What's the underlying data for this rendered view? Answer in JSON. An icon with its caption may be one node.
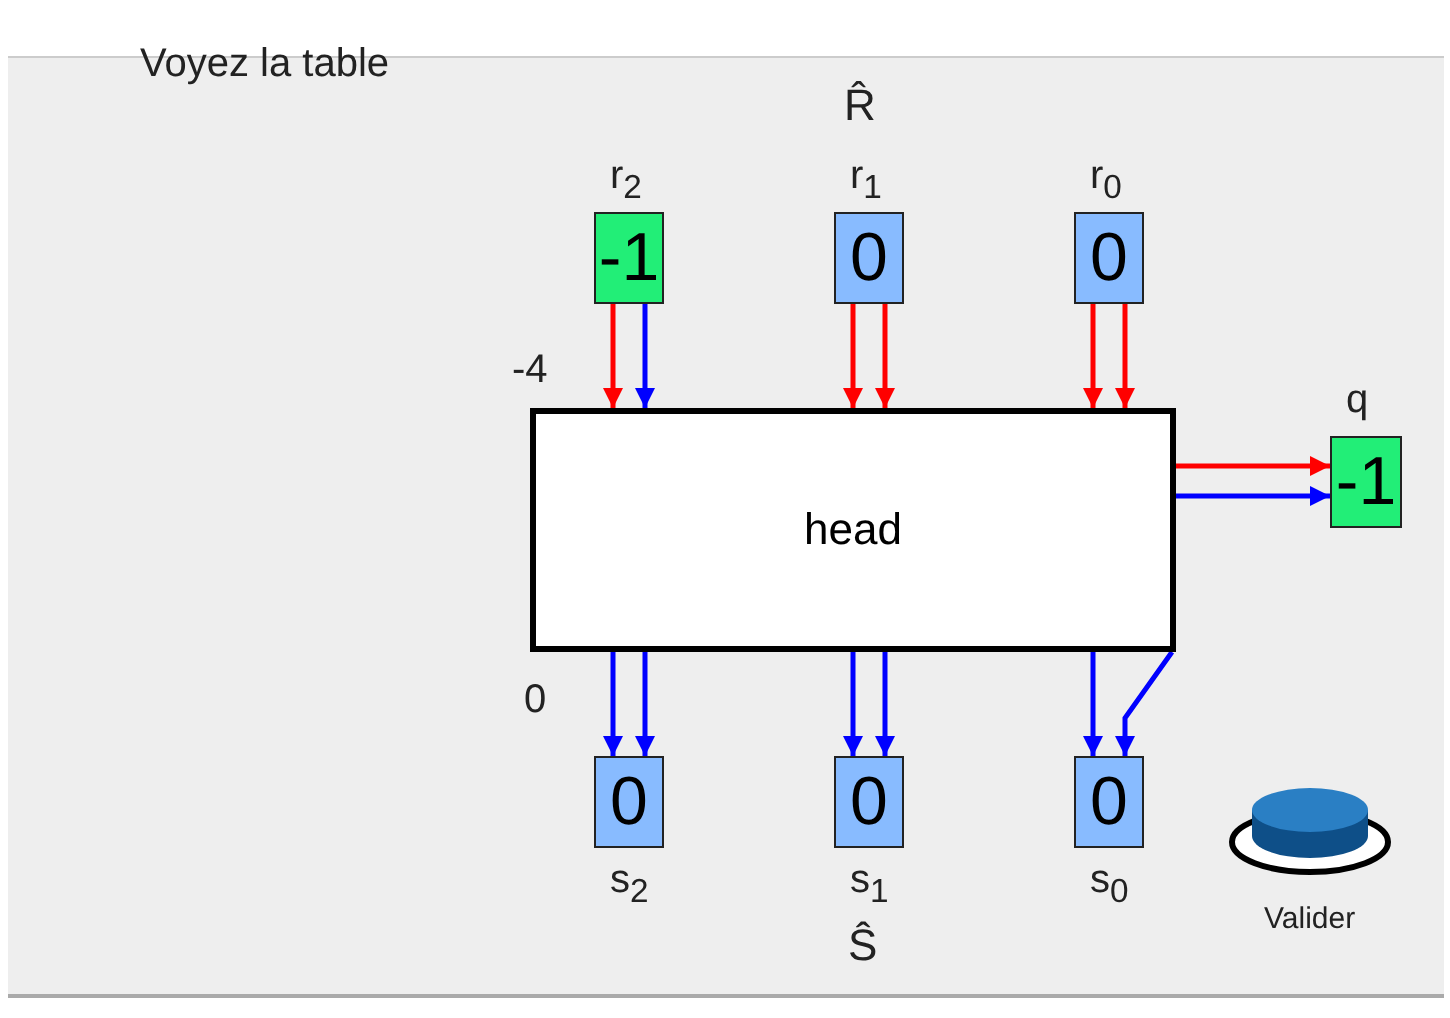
{
  "diagram": {
    "nodes": [
      {
        "text": [
          "-1"
        ],
        "beside": [
          "r$_{2}$"
        ]
      },
      {
        "text": [
          "0"
        ],
        "beside": [
          "r$_{1}$"
        ]
      },
      {
        "text": [
          "0"
        ],
        "beside": [
          "r$_{0}$"
        ]
      },
      {
        "text": [
          "head"
        ]
      },
      {
        "text": [
          "-1"
        ],
        "beside": [
          "q"
        ]
      },
      {
        "text": [
          "0"
        ],
        "beside": [
          "s$_{2}$"
        ]
      },
      {
        "text": [
          "0"
        ],
        "beside": [
          "s$_{1}$"
        ]
      },
      {
        "text": [
          "0"
        ],
        "beside": [
          "s$_{0}$"
        ]
      }
    ],
    "edges": [
      {
        "from": 0,
        "to": 3,
        "arrow": "to",
        "color": "#ff0000"
      },
      {
        "from": 0,
        "to": 3,
        "arrow": "to"
      },
      {
        "from": 1,
        "to": 3,
        "arrow": "to",
        "color": "#ff0000"
      },
      {
        "from": 1,
        "to": 3,
        "arrow": "to",
        "color": "#ff0000"
      },
      {
        "from": 2,
        "to": 3,
        "arrow": "to",
        "color": "#ff0000"
      },
      {
        "from": 2,
        "to": 3,
        "arrow": "to",
        "color": "#ff0000"
      },
      {
        "from": 3,
        "to": 4,
        "arrow": "to",
        "color": "#ff0000"
      },
      {
        "from": 3,
        "to": 4,
        "arrow": "to"
      },
      {
        "from": 3,
        "to": 5,
        "arrow": "to"
      },
      {
        "from": 3,
        "to": 5,
        "arrow": "to"
      },
      {
        "from": 3,
        "to": 6,
        "arrow": "to"
      },
      {
        "from": 3,
        "to": 6,
        "arrow": "to"
      },
      {
        "from": 3,
        "to": 7,
        "arrow": "to"
      },
      {
        "from": 3,
        "to": 7,
        "arrow": "to"
      }
    ],
    "labels": [
      "Voyez la table",
      "R̂",
      "-4",
      "0",
      "Ŝ",
      "Valider"
    ]
  }
}
